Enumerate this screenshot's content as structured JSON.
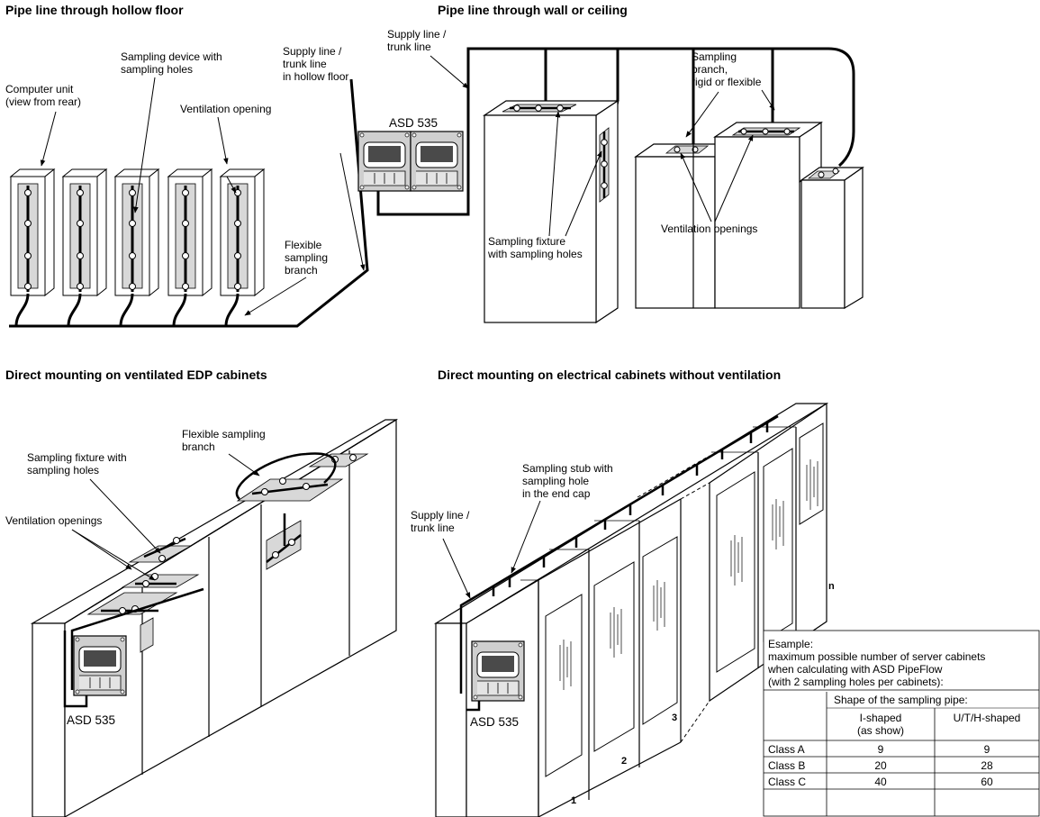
{
  "sections": {
    "s1_title": "Pipe line through hollow floor",
    "s2_title": "Pipe line through wall or ceiling",
    "s3_title": "Direct mounting on ventilated EDP cabinets",
    "s4_title": "Direct mounting on electrical cabinets without ventilation"
  },
  "s1": {
    "computer_unit": [
      "Computer unit",
      "(view from rear)"
    ],
    "sampling_device": [
      "Sampling device with",
      "sampling holes"
    ],
    "supply_line": [
      "Supply line /",
      "trunk line",
      "in hollow floor"
    ],
    "ventilation": "Ventilation opening",
    "flexible": [
      "Flexible",
      "sampling",
      "branch"
    ]
  },
  "s2": {
    "supply_line": [
      "Supply line /",
      "trunk line"
    ],
    "asd": "ASD 535",
    "branch": [
      "Sampling",
      "branch,",
      "rigid or flexible"
    ],
    "fixture": [
      "Sampling fixture",
      "with sampling holes"
    ],
    "ventilation": "Ventilation openings"
  },
  "s3": {
    "flexible": [
      "Flexible sampling",
      "branch"
    ],
    "fixture": [
      "Sampling fixture with",
      "sampling holes"
    ],
    "ventilation": "Ventilation openings",
    "asd": "ASD 535"
  },
  "s4": {
    "stub": [
      "Sampling stub with",
      "sampling hole",
      "in the end cap"
    ],
    "supply_line": [
      "Supply line /",
      "trunk line"
    ],
    "asd": "ASD 535",
    "cabinet_numbers": [
      "1",
      "2",
      "3",
      "n"
    ]
  },
  "table": {
    "intro": [
      "Esample:",
      "maximum possible number of server cabinets",
      "when calculating with ASD PipeFlow",
      "(with 2 sampling holes per cabinets):"
    ],
    "shape_header": "Shape of the sampling pipe:",
    "col1": [
      "I-shaped",
      "(as show)"
    ],
    "col2": "U/T/H-shaped",
    "rows": [
      {
        "cls": "Class A",
        "i": "9",
        "u": "9"
      },
      {
        "cls": "Class B",
        "i": "20",
        "u": "28"
      },
      {
        "cls": "Class C",
        "i": "40",
        "u": "60"
      }
    ]
  }
}
